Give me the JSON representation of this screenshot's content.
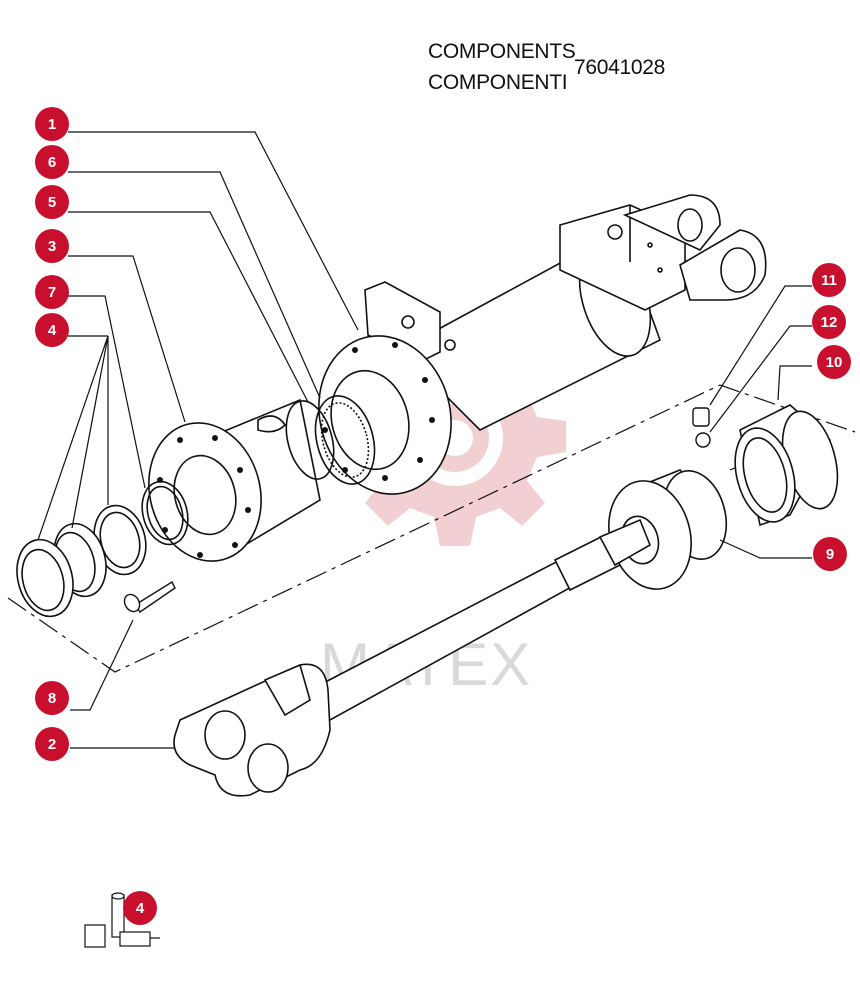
{
  "header": {
    "line1": "COMPONENTS",
    "line2": "COMPONENTI",
    "part_number": "76041028"
  },
  "watermark": {
    "text": "MATEX",
    "gear_color": "#e8a8ad",
    "text_color": "#d9d9d9"
  },
  "callout_color": "#c8102e",
  "callouts": [
    {
      "id": "c1",
      "label": "1"
    },
    {
      "id": "c6",
      "label": "6"
    },
    {
      "id": "c5",
      "label": "5"
    },
    {
      "id": "c3",
      "label": "3"
    },
    {
      "id": "c7",
      "label": "7"
    },
    {
      "id": "c4",
      "label": "4"
    },
    {
      "id": "c8",
      "label": "8"
    },
    {
      "id": "c2",
      "label": "2"
    },
    {
      "id": "c11",
      "label": "11"
    },
    {
      "id": "c12",
      "label": "12"
    },
    {
      "id": "c10",
      "label": "10"
    },
    {
      "id": "c9",
      "label": "9"
    },
    {
      "id": "c4b",
      "label": "4"
    }
  ]
}
